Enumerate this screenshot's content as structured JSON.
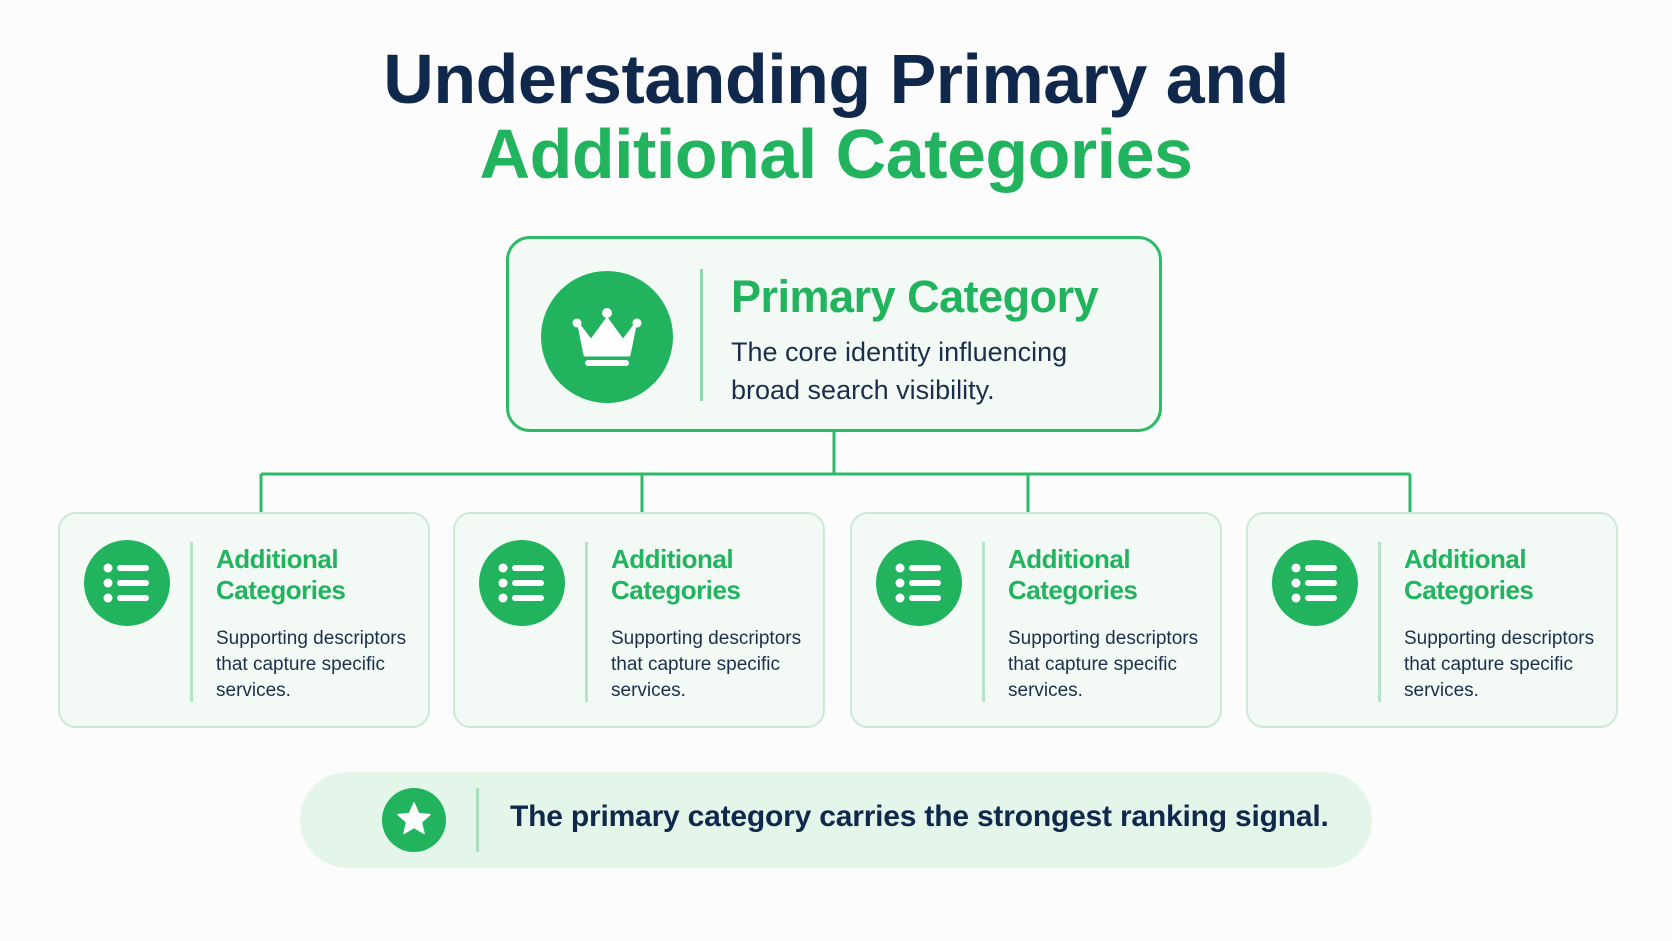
{
  "title": {
    "line1": "Understanding Primary and",
    "line2": "Additional Categories"
  },
  "primary": {
    "title": "Primary Category",
    "description": "The core identity influencing broad search visibility.",
    "icon": "crown-icon"
  },
  "additional": [
    {
      "title": "Additional Categories",
      "description": "Supporting descriptors that capture specific services.",
      "icon": "list-icon"
    },
    {
      "title": "Additional Categories",
      "description": "Supporting descriptors that capture specific services.",
      "icon": "list-icon"
    },
    {
      "title": "Additional Categories",
      "description": "Supporting descriptors that capture specific services.",
      "icon": "list-icon"
    },
    {
      "title": "Additional Categories",
      "description": "Supporting descriptors that capture specific services.",
      "icon": "list-icon"
    }
  ],
  "footer": {
    "text": "The primary category carries the strongest ranking signal.",
    "icon": "star-icon"
  },
  "colors": {
    "navy": "#11284d",
    "green": "#22b35e",
    "card_background": "#f3faf6"
  }
}
